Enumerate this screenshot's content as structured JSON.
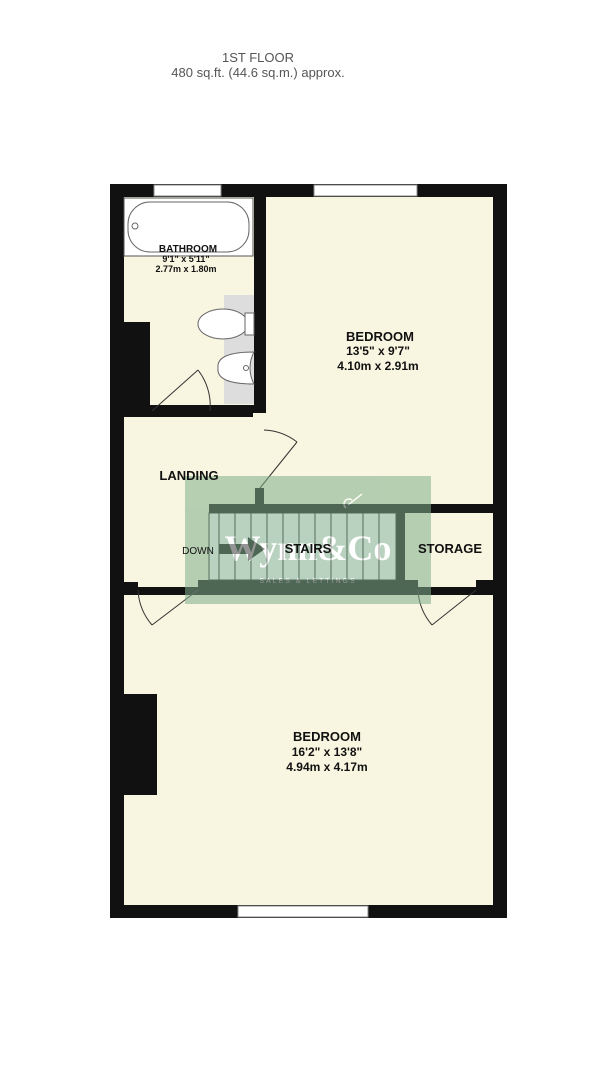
{
  "header": {
    "floor": "1ST FLOOR",
    "area": "480 sq.ft. (44.6 sq.m.) approx."
  },
  "rooms": {
    "bathroom": {
      "name": "BATHROOM",
      "imperial": "9'1\"  x 5'11\"",
      "metric": "2.77m  x 1.80m"
    },
    "bedroom_top": {
      "name": "BEDROOM",
      "imperial": "13'5\"  x 9'7\"",
      "metric": "4.10m  x 2.91m"
    },
    "bedroom_bottom": {
      "name": "BEDROOM",
      "imperial": "16'2\"  x 13'8\"",
      "metric": "4.94m  x 4.17m"
    },
    "landing": {
      "name": "LANDING"
    },
    "storage": {
      "name": "STORAGE"
    },
    "stairs": {
      "name": "STAIRS",
      "direction": "DOWN"
    }
  },
  "watermark": {
    "brand": "Wynn&Co",
    "tagline": "SALES & LETTINGS"
  },
  "colors": {
    "wall": "#111111",
    "floor": "#f8f5e0",
    "watermark": "#7fae8b",
    "window": "#ffffff"
  }
}
